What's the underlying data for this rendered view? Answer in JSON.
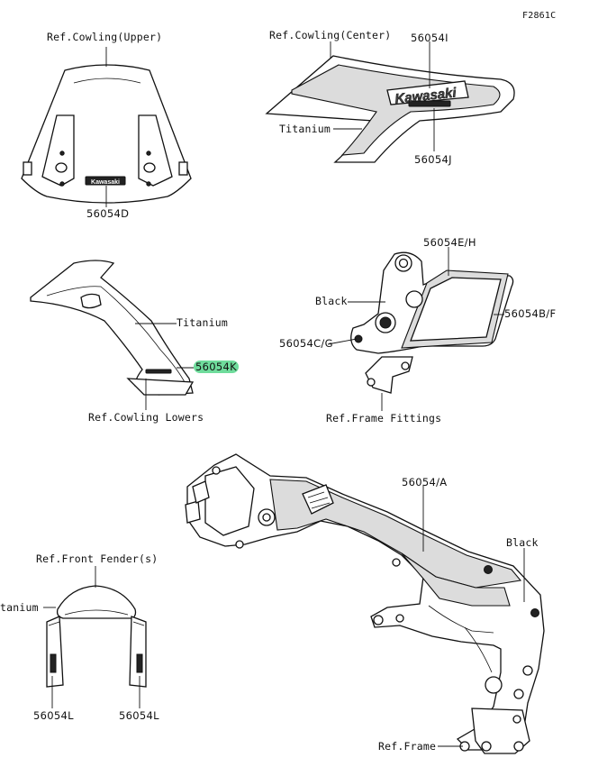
{
  "figure_code": "F2861C",
  "labels": {
    "cowling_upper_ref": "Ref.Cowling(Upper)",
    "upper_part": "56054D",
    "cowling_center_ref": "Ref.Cowling(Center)",
    "center_part_i": "56054I",
    "center_titanium": "Titanium",
    "center_part_j": "56054J",
    "lower_titanium": "Titanium",
    "lower_part_k": "56054K",
    "cowling_lowers_ref": "Ref.Cowling Lowers",
    "fitting_part_eh": "56054E/H",
    "fitting_black": "Black",
    "fitting_part_bf": "56054B/F",
    "fitting_part_cg": "56054C/G",
    "frame_fittings_ref": "Ref.Frame Fittings",
    "frame_part_a": "56054/A",
    "frame_black": "Black",
    "frame_ref": "Ref.Frame",
    "front_fender_ref": "Ref.Front Fender(s)",
    "fender_titanium": "tanium",
    "fender_left_part": "56054L",
    "fender_right_part": "56054L"
  },
  "decal_text": {
    "brand": "Kawasaki"
  },
  "colors": {
    "line": "#111111",
    "highlight": "#6fdc9c",
    "panel_fill": "#dcdcdc"
  }
}
